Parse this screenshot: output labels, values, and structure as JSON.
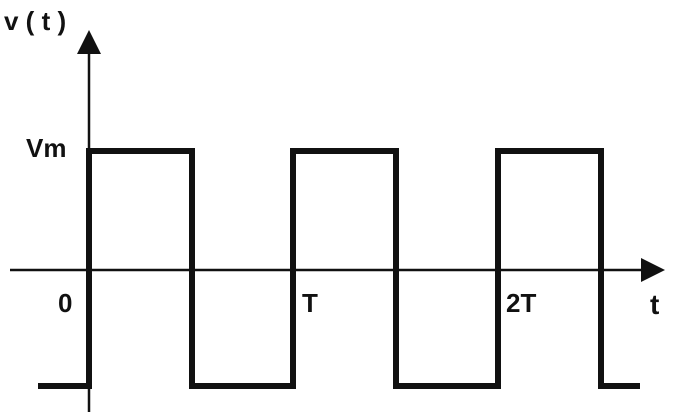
{
  "diagram": {
    "y_axis_label": "v ( t )",
    "x_axis_label": "t",
    "amplitude_label": "Vm",
    "origin_label": "0",
    "tick_labels": [
      "T",
      "2T"
    ],
    "waveform": "square",
    "colors": {
      "ink": "#111111",
      "background": "#ffffff"
    }
  }
}
